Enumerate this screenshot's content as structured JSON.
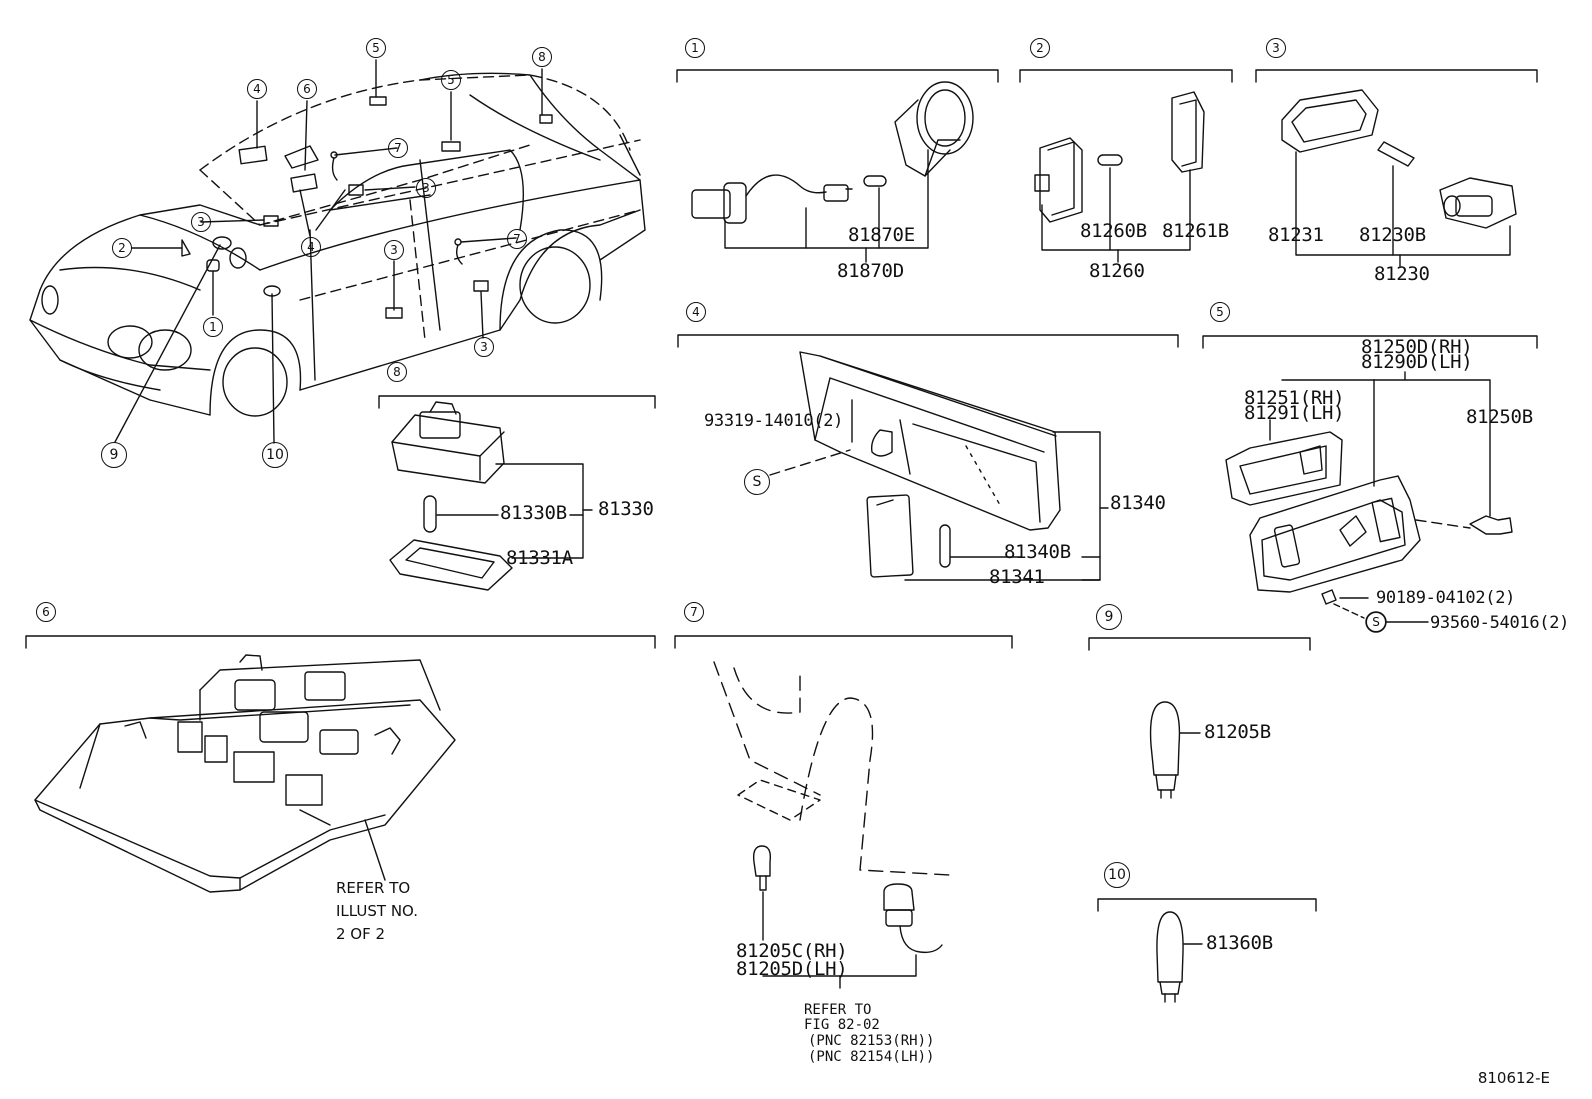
{
  "sections": [
    {
      "num": "1",
      "parts": [
        "81870E",
        "81870D"
      ]
    },
    {
      "num": "2",
      "parts": [
        "81260B",
        "81261B",
        "81260"
      ]
    },
    {
      "num": "3",
      "parts": [
        "81231",
        "81230B",
        "81230"
      ]
    },
    {
      "num": "4",
      "parts": [
        "93319-14010(2)",
        "81340",
        "81340B",
        "81341"
      ]
    },
    {
      "num": "5",
      "parts": [
        "81250D(RH)",
        "81290D(LH)",
        "81251(RH)",
        "81291(LH)",
        "81250B",
        "90189-04102(2)",
        "93560-54016(2)"
      ]
    },
    {
      "num": "6",
      "note": [
        "REFER TO",
        "ILLUST NO.",
        "2 OF 2"
      ]
    },
    {
      "num": "7",
      "parts": [
        "81205C(RH)",
        "81205D(LH)"
      ],
      "note": [
        "REFER TO",
        "FIG 82-02",
        "(PNC 82153(RH))",
        "(PNC 82154(LH))"
      ]
    },
    {
      "num": "8",
      "parts": [
        "81330B",
        "81330",
        "81331A"
      ]
    },
    {
      "num": "9",
      "parts": [
        "81205B"
      ]
    },
    {
      "num": "10",
      "parts": [
        "81360B"
      ]
    }
  ],
  "car_callouts": [
    "1",
    "2",
    "3",
    "4",
    "5",
    "6",
    "7",
    "8",
    "9",
    "10"
  ],
  "screw_symbol": "S",
  "figure_code": "810612-E"
}
